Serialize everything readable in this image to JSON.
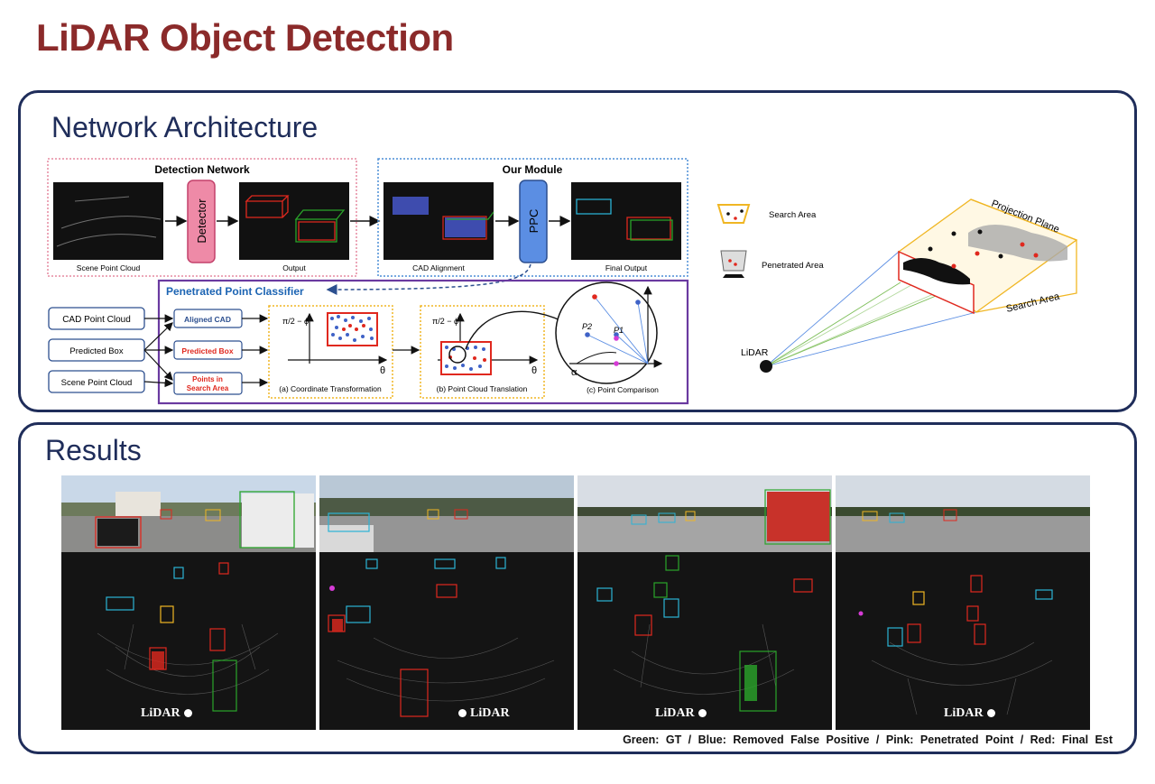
{
  "page": {
    "title": "LiDAR Object Detection"
  },
  "architecture": {
    "heading": "Network Architecture",
    "detection_network": {
      "label": "Detection Network",
      "detector": "Detector",
      "captions": [
        "Scene Point Cloud",
        "Output"
      ]
    },
    "our_module": {
      "label": "Our Module",
      "ppc": "PPC",
      "captions": [
        "CAD Alignment",
        "Final Output"
      ]
    },
    "classifier": {
      "label": "Penetrated Point Classifier",
      "inputs": [
        "CAD Point Cloud",
        "Predicted Box",
        "Scene Point Cloud"
      ],
      "blocks": [
        "Aligned CAD",
        "Predicted Box",
        "Points in",
        "Search Area"
      ],
      "steps": [
        "(a) Coordinate Transformation",
        "(b) Point Cloud Translation",
        "(c) Point Comparison"
      ],
      "axis_y": "π/2 − ϕ",
      "axis_x": "θ",
      "p2": "P2",
      "p1": "P1",
      "alpha": "α"
    },
    "schematic": {
      "search_area": "Search Area",
      "penetrated_area": "Penetrated Area",
      "projection_plane": "Projection Plane",
      "search_area_label": "Search Area",
      "lidar": "LiDAR"
    }
  },
  "results": {
    "heading": "Results",
    "scenes": [
      {
        "lidar_label": "LiDAR",
        "dot_side": "right"
      },
      {
        "lidar_label": "LiDAR",
        "dot_side": "left"
      },
      {
        "lidar_label": "LiDAR",
        "dot_side": "right"
      },
      {
        "lidar_label": "LiDAR",
        "dot_side": "right"
      }
    ],
    "legend": "Green: GT / Blue: Removed False Positive / Pink: Penetrated Point / Red: Final Est"
  },
  "colors": {
    "title": "#8b2a2a",
    "navy": "#1f2d5a",
    "gt": "#2aa52a",
    "removed_fp": "#2bb3d6",
    "penetrated": "#d63bd6",
    "final_est": "#e0281e"
  }
}
